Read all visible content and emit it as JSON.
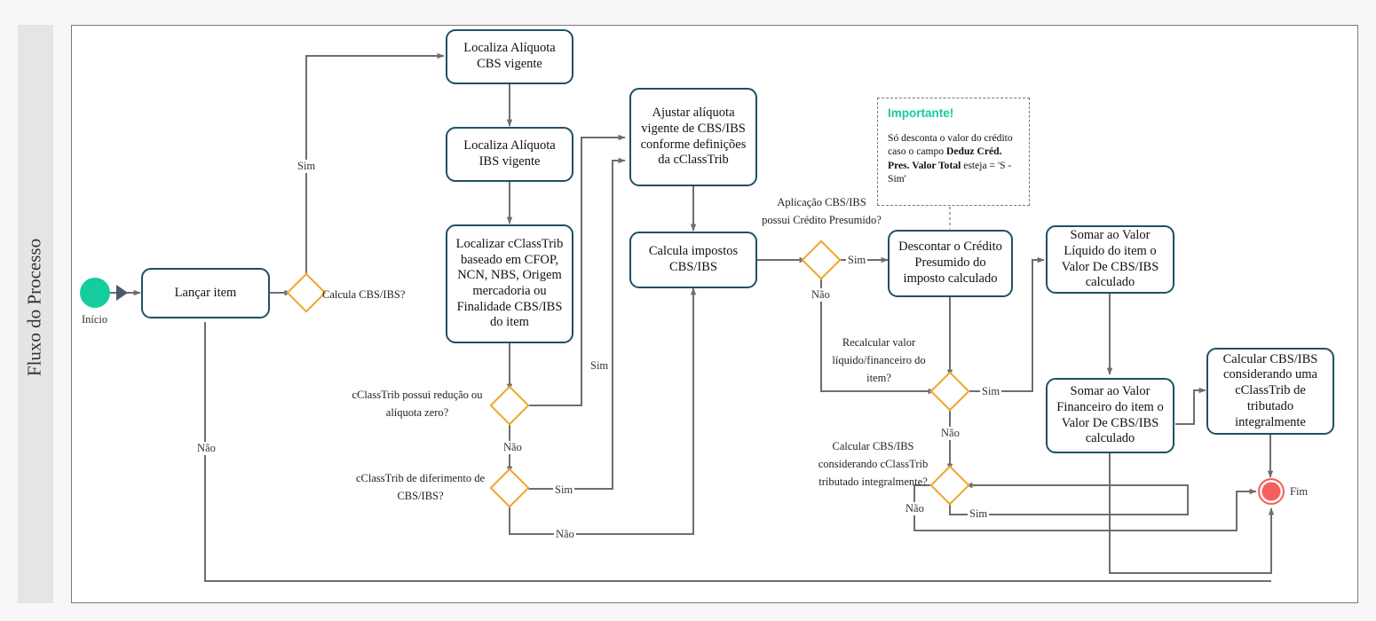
{
  "diagram": {
    "type": "bpmn-flowchart",
    "lane_title": "Fluxo do Processo",
    "events": {
      "start": {
        "label": "Início",
        "color": "#14CC9E"
      },
      "end": {
        "label": "Fim",
        "color": "#F4605E"
      }
    },
    "tasks": [
      {
        "id": "lancar-item",
        "label": "Lançar item"
      },
      {
        "id": "localiza-aliquota-cbs",
        "label": "Localiza Alíquota CBS vigente"
      },
      {
        "id": "localiza-aliquota-ibs",
        "label": "Localiza Alíquota IBS vigente"
      },
      {
        "id": "localizar-cclasstrib",
        "label": "Localizar cClassTrib baseado em CFOP, NCN, NBS, Origem mercadoria ou Finalidade CBS/IBS do item"
      },
      {
        "id": "ajustar-aliquota",
        "label": "Ajustar alíquota vigente de CBS/IBS conforme definições da cClassTrib"
      },
      {
        "id": "calcula-impostos",
        "label": "Calcula impostos CBS/IBS"
      },
      {
        "id": "descontar-credito",
        "label": "Descontar o Crédito Presumido do imposto calculado"
      },
      {
        "id": "somar-valor-liquido",
        "label": "Somar ao Valor Líquido do item o Valor De CBS/IBS calculado"
      },
      {
        "id": "somar-valor-financeiro",
        "label": "Somar ao Valor Financeiro do item o Valor De CBS/IBS calculado"
      },
      {
        "id": "calcular-integralmente",
        "label": "Calcular CBS/IBS considerando uma cClassTrib de tributado integralmente"
      }
    ],
    "gateways": [
      {
        "id": "gw-calcula-cbs-ibs",
        "question": "Calcula CBS/IBS?"
      },
      {
        "id": "gw-reducao-aliquota-zero",
        "question": "cClassTrib possui redução ou alíquota zero?"
      },
      {
        "id": "gw-diferimento",
        "question": "cClassTrib de diferimento de CBS/IBS?"
      },
      {
        "id": "gw-credito-presumido",
        "question": "Aplicação CBS/IBS possui Crédito Presumido?"
      },
      {
        "id": "gw-recalcular",
        "question": "Recalcular valor líquido/financeiro do item?"
      },
      {
        "id": "gw-tributado-integralmente",
        "question": "Calcular CBS/IBS considerando cClassTrib tributado integralmente?"
      }
    ],
    "edge_labels": {
      "sim": "Sim",
      "nao": "Não",
      "gw_calcula_sim": "Sim",
      "gw_calcula_nao": "Não",
      "gw_reducao_nao": "Não",
      "gw_reducao_sim": "Sim",
      "gw_diferimento_sim": "Sim",
      "gw_diferimento_nao": "Não",
      "gw_credito_sim": "Sim",
      "gw_credito_nao": "Não",
      "gw_recalcular_sim": "Sim",
      "gw_recalcular_nao": "Não",
      "gw_tributado_sim": "Sim",
      "gw_tributado_nao": "Não"
    },
    "note": {
      "title": "Importante!",
      "body_prefix": "Só desconta o valor do crédito caso  o campo ",
      "body_bold": "Deduz Créd. Pres. Valor Total",
      "body_suffix": " esteja  = 'S - Sim'"
    },
    "colors": {
      "task_border": "#1f5066",
      "gateway_border": "#F2A42C",
      "connector": "#6e6e6e",
      "lane_header_bg": "#e5e5e5",
      "canvas_bg": "#f7f7f7"
    }
  }
}
